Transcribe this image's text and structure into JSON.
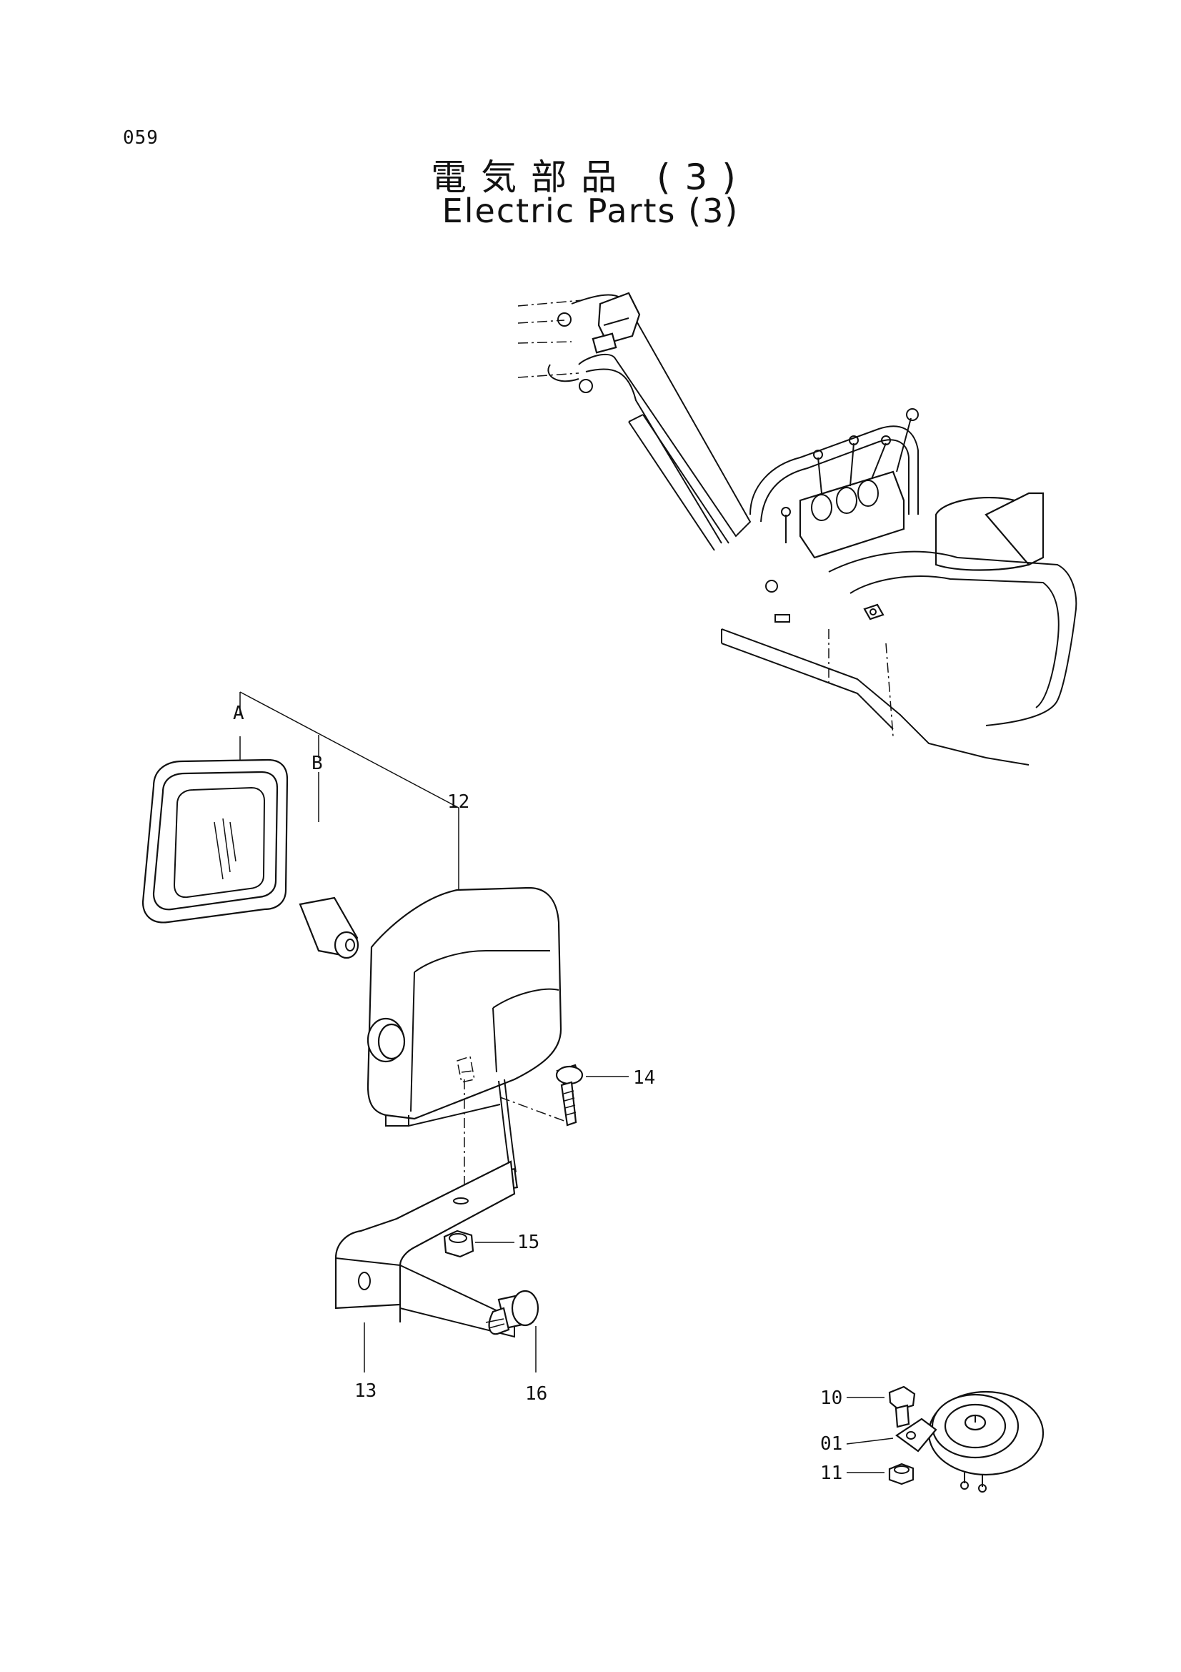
{
  "page_number": "059",
  "title_jp": "電気部品 (3)",
  "title_en": "Electric Parts (3)",
  "callouts": {
    "A": "A",
    "B": "B",
    "p12": "12",
    "p13": "13",
    "p14": "14",
    "p15": "15",
    "p16": "16",
    "p10": "10",
    "p01": "01",
    "p11": "11"
  }
}
